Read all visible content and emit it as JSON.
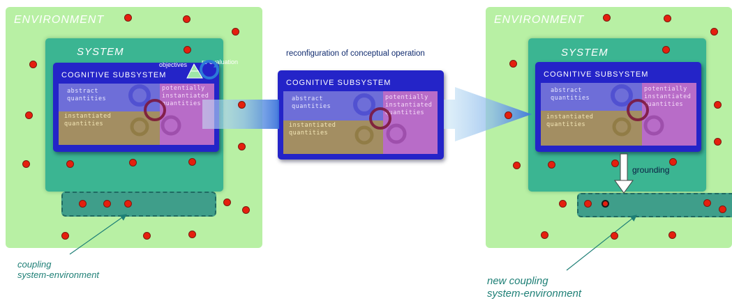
{
  "left": {
    "environment_label": "ENVIRONMENT",
    "system_label": "SYSTEM",
    "cognitive_title": "COGNITIVE SUBSYSTEM",
    "abstract_label": "abstract\nquantities",
    "instantiated_label": "instantiated\nquantities",
    "potentially_label": "potentially\ninstantiated\nquantities",
    "objectives_label": "objectives",
    "reevaluation_label": "re-evaluation",
    "coupling_caption": "coupling\nsystem-environment"
  },
  "middle": {
    "heading": "reconfiguration of conceptual operation",
    "cognitive_title": "COGNITIVE SUBSYSTEM",
    "abstract_label": "abstract\nquantities",
    "instantiated_label": "instantiated\nquantities",
    "potentially_label": "potentially\ninstantiated\nquantities"
  },
  "right": {
    "environment_label": "ENVIRONMENT",
    "system_label": "SYSTEM",
    "cognitive_title": "COGNITIVE SUBSYSTEM",
    "abstract_label": "abstract\nquantities",
    "instantiated_label": "instantiated\nquantities",
    "potentially_label": "potentially\ninstantiated\nquantities",
    "grounding_label": "grounding",
    "coupling_caption": "new coupling\nsystem-environment"
  },
  "colors": {
    "environment": "#b8f0a4",
    "system": "#3bb592",
    "cognitive": "#2424c8",
    "element_dot": "#e51f0e",
    "caption": "#1e7f76"
  }
}
